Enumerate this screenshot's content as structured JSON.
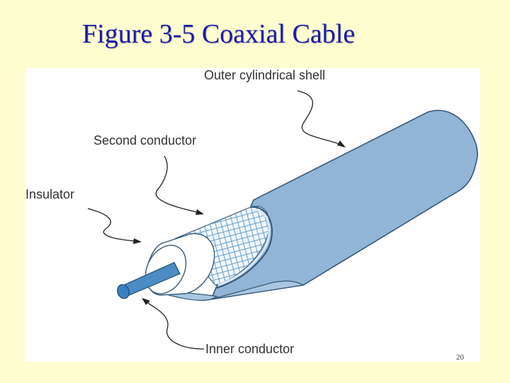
{
  "slide": {
    "title": "Figure 3-5 Coaxial Cable",
    "page_number": "20"
  },
  "diagram": {
    "labels": {
      "outer_shell": "Outer cylindrical shell",
      "second_conductor": "Second conductor",
      "insulator": "Insulator",
      "inner_conductor": "Inner conductor"
    },
    "colors": {
      "outer_shell": "#91b5d6",
      "outer_shell_edge": "#365878",
      "mesh": "#5f9fcf",
      "insulator": "#ffffff",
      "inner_conductor": "#4b8cc4",
      "label_text": "#333333",
      "title_text": "#1a1ab0",
      "background": "#fefdd0"
    }
  }
}
